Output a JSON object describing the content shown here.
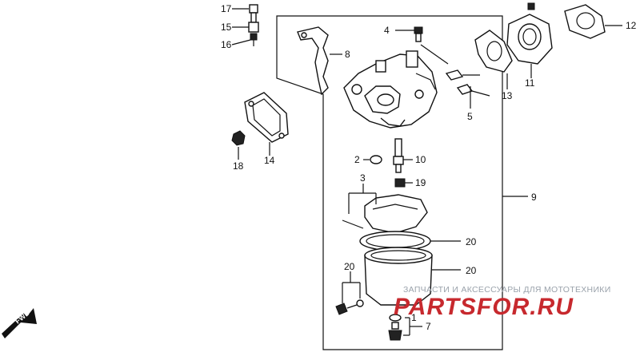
{
  "callouts": {
    "c1": "1",
    "c2": "2",
    "c3": "3",
    "c4": "4",
    "c5": "5",
    "c7": "7",
    "c8": "8",
    "c9": "9",
    "c10": "10",
    "c11": "11",
    "c12": "12",
    "c13": "13",
    "c14": "14",
    "c15": "15",
    "c16": "16",
    "c17": "17",
    "c18": "18",
    "c19": "19",
    "c20a": "20",
    "c20b": "20",
    "c20c": "20"
  },
  "watermark": {
    "subtitle": "ЗАПЧАСТИ И АКСЕССУАРЫ ДЛЯ МОТОТЕХНИКИ",
    "brand": "PARTSFOR.RU"
  },
  "fwd_label": "FWD",
  "colors": {
    "brand": "#c7292e",
    "subtitle": "#9aa2ab",
    "line": "#111111"
  }
}
